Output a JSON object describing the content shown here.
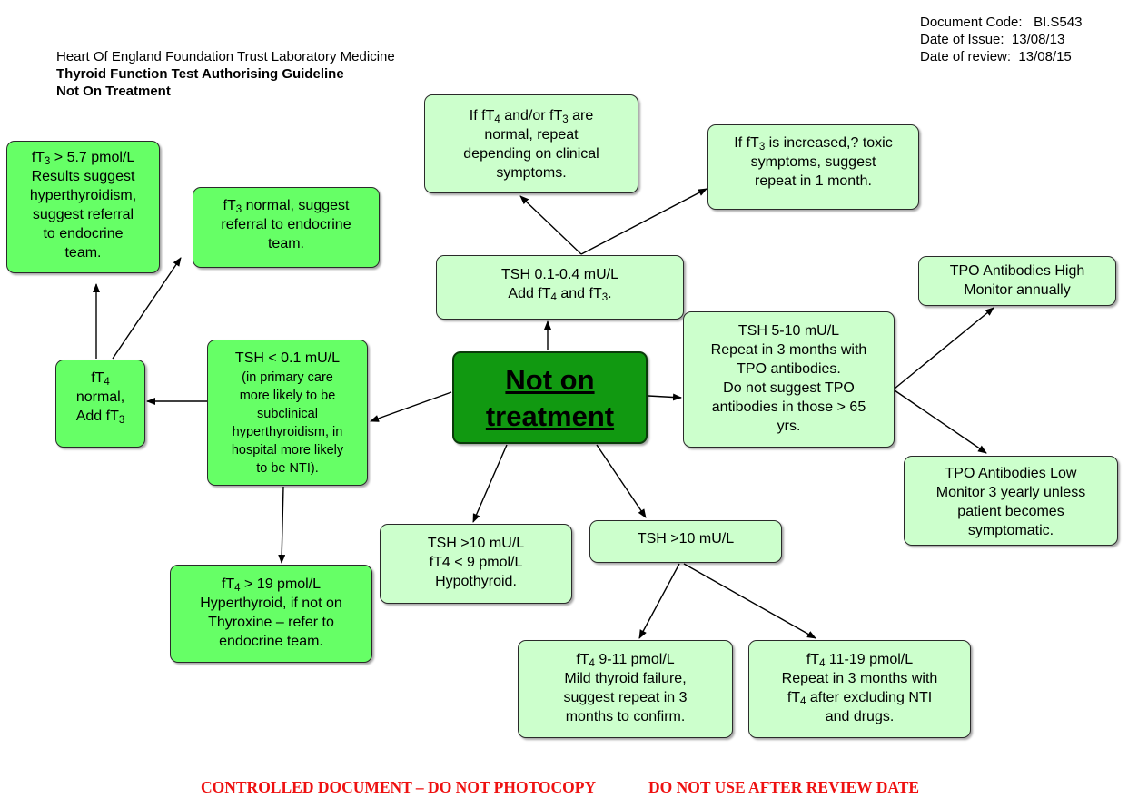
{
  "header": {
    "org": "Heart Of England Foundation Trust Laboratory Medicine",
    "title": "Thyroid Function Test Authorising Guideline",
    "subtitle": "Not On Treatment",
    "doc_code_label": "Document Code:",
    "doc_code_value": "BI.S543",
    "issue_label": "Date of Issue:",
    "issue_value": "13/08/13",
    "review_label": "Date of review:",
    "review_value": "13/08/15"
  },
  "center": {
    "line1": "Not on",
    "line2": "treatment"
  },
  "tsh_low": {
    "l1": "TSH 0.1-0.4 mU/L",
    "l2a": "Add fT",
    "l2b": "4",
    "l2c": " and fT",
    "l2d": "3",
    "l2e": "."
  },
  "normal_repeat": {
    "l1a": "If fT",
    "l1b": "4",
    "l1c": " and/or fT",
    "l1d": "3",
    "l1e": " are",
    "l2": "normal, repeat",
    "l3": "depending on clinical",
    "l4": "symptoms."
  },
  "ft3_increased": {
    "l1a": "If fT",
    "l1b": "3",
    "l1c": " is increased,? toxic",
    "l2": "symptoms, suggest",
    "l3": "repeat in 1 month."
  },
  "ft3_high": {
    "l1a": "fT",
    "l1b": "3",
    "l1c": " > 5.7 pmol/L",
    "l2": "Results suggest",
    "l3": "hyperthyroidism,",
    "l4": "suggest referral",
    "l5": "to endocrine",
    "l6": "team."
  },
  "ft3_normal": {
    "l1a": "fT",
    "l1b": "3",
    "l1c": " normal, suggest",
    "l2": "referral to endocrine",
    "l3": "team."
  },
  "ft4_normal": {
    "l1a": "fT",
    "l1b": "4",
    "l2": "normal,",
    "l3": "Add fT",
    "l3b": "3"
  },
  "tsh_very_low": {
    "l1": "TSH < 0.1 mU/L",
    "l2": "(in primary care",
    "l3": "more likely to be",
    "l4": "subclinical",
    "l5": "hyperthyroidism, in",
    "l6": "hospital more likely",
    "l7": "to be NTI)."
  },
  "ft4_high": {
    "l1a": "fT",
    "l1b": "4",
    "l1c": " > 19 pmol/L",
    "l2": "Hyperthyroid, if not on",
    "l3": "Thyroxine – refer to",
    "l4": "endocrine team."
  },
  "hypothyroid": {
    "l1": "TSH >10 mU/L",
    "l2": "fT4 < 9 pmol/L",
    "l3": "Hypothyroid."
  },
  "tsh_high": {
    "l1": "TSH >10 mU/L"
  },
  "mild_failure": {
    "l1a": "fT",
    "l1b": "4",
    "l1c": " 9-11 pmol/L",
    "l2": "Mild thyroid failure,",
    "l3": "suggest repeat in 3",
    "l4": "months to confirm."
  },
  "repeat_nti": {
    "l1a": "fT",
    "l1b": "4",
    "l1c": " 11-19 pmol/L",
    "l2": "Repeat in 3 months with",
    "l3a": "fT",
    "l3b": "4",
    "l3c": " after excluding NTI",
    "l4": "and drugs."
  },
  "tsh_mid": {
    "l1": "TSH 5-10 mU/L",
    "l2": "Repeat in 3 months with",
    "l3": "TPO antibodies.",
    "l4": "Do not suggest TPO",
    "l5": "antibodies in those > 65",
    "l6": "yrs."
  },
  "tpo_high": {
    "l1": "TPO Antibodies High",
    "l2": "Monitor annually"
  },
  "tpo_low": {
    "l1": "TPO Antibodies Low",
    "l2": "Monitor 3 yearly unless",
    "l3": "patient becomes",
    "l4": "symptomatic."
  },
  "footer": {
    "left": "CONTROLLED DOCUMENT – DO NOT PHOTOCOPY",
    "right": "DO NOT USE AFTER REVIEW DATE"
  },
  "colors": {
    "light_box": "#ccffcc",
    "mid_box": "#66ff66",
    "center_box": "#119911",
    "footer_text": "#ee1111"
  }
}
